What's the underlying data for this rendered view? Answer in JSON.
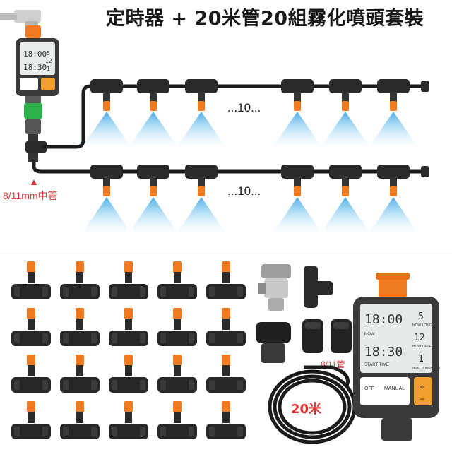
{
  "title": "定時器 + 20米管20組霧化噴頭套裝",
  "system": {
    "row1_ellipsis": "...10...",
    "row2_ellipsis": "...10...",
    "pipe_label": "8/11mm中管"
  },
  "timer_screen": {
    "time_top": "18:00",
    "time_mid": "18:30",
    "val_right_top": "5",
    "val_right_mid": "12",
    "val_right_bot": "1"
  },
  "kit": {
    "pipe_label": "8/11管",
    "hose_label": "20米",
    "sprayer_count": 20
  },
  "big_timer": {
    "time_top": "18:00",
    "time_bot": "18:30",
    "val_top": "5",
    "label_top": "HOW LONG",
    "val_mid": "12",
    "label_mid": "HOW OFTEN",
    "val_bot": "1",
    "label_bot": "NEXT IRRIGATION",
    "label_now": "NOW",
    "label_start": "START TIME",
    "btn_off": "OFF",
    "btn_manual": "MANUAL",
    "btn_plus": "+",
    "btn_minus": "−"
  },
  "colors": {
    "orange": "#f07a20",
    "black": "#1b1b1b",
    "mist": "#8fd0f2",
    "accent_red": "#e03030",
    "green": "#2cb04a"
  }
}
